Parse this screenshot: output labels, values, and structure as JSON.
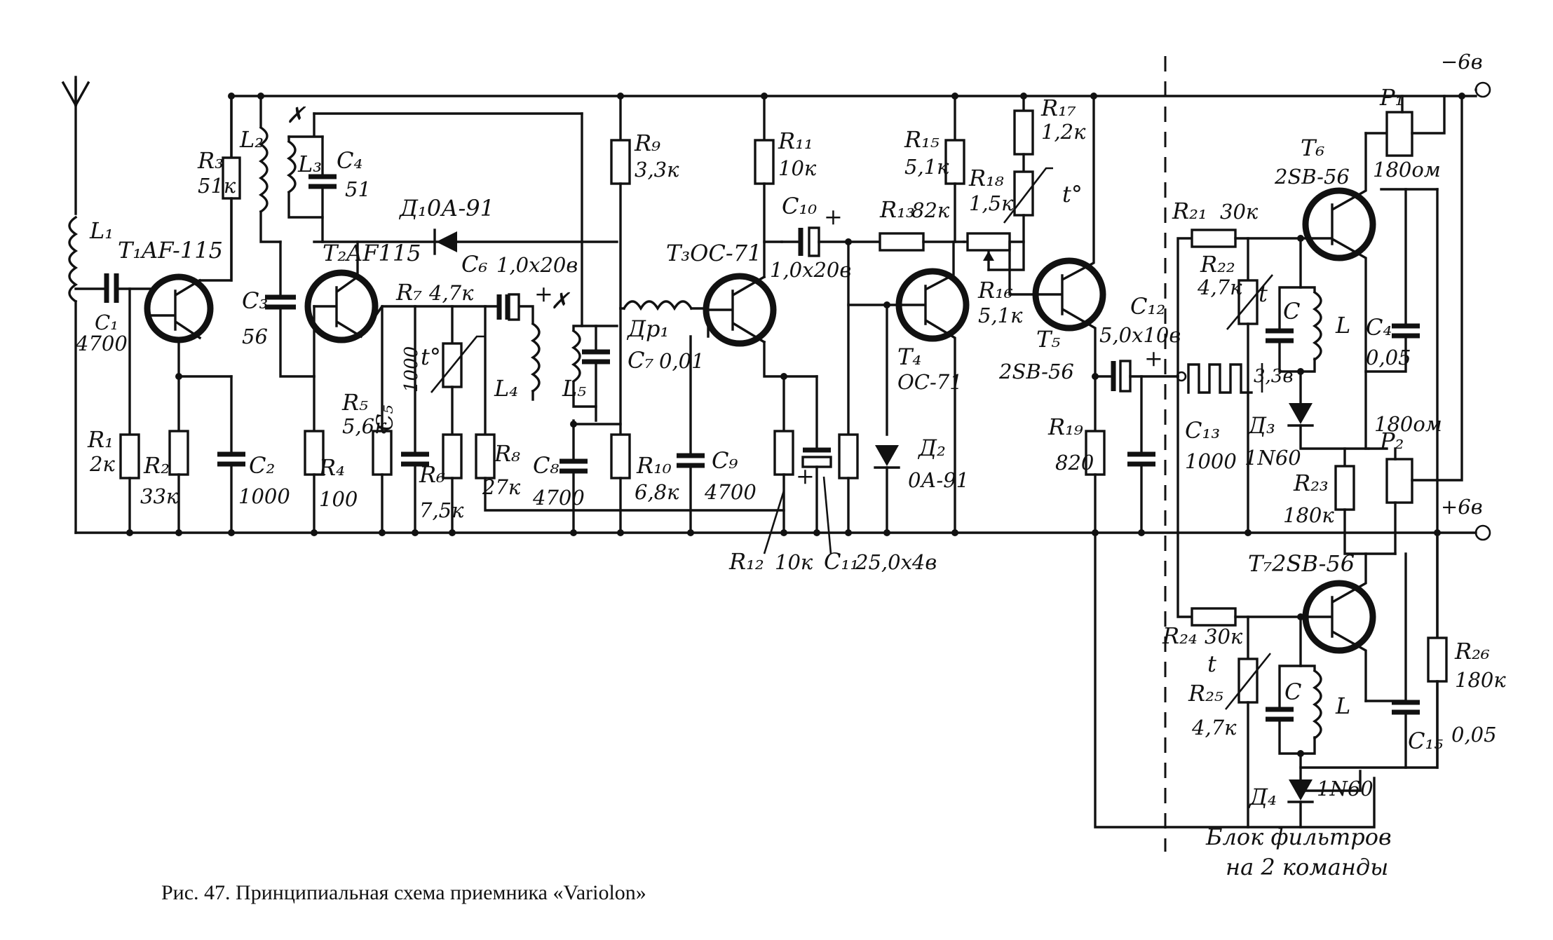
{
  "caption": "Рис. 47. Принципиальная схема приемника «Variolon»",
  "rails": {
    "neg": "−6в",
    "pos": "+6в"
  },
  "filter_block": {
    "line1": "Блок фильтров",
    "line2": "на 2 команды"
  },
  "components": {
    "L1": "L₁",
    "C1": {
      "name": "C₁",
      "value": "4700"
    },
    "T1": "T₁AF-115",
    "R1": {
      "name": "R₁",
      "value": "2к"
    },
    "R2": {
      "name": "R₂",
      "value": "33к"
    },
    "R3": {
      "name": "R₃",
      "value": "51к"
    },
    "L2": "L₂",
    "L3": "L₃",
    "C2": {
      "name": "C₂",
      "value": "1000"
    },
    "C3": {
      "name": "C₃",
      "value": "56"
    },
    "C4a": {
      "name": "C₄",
      "value": "51"
    },
    "D1": "Д₁0А-91",
    "T2": "T₂AF115",
    "R4": {
      "name": "R₄",
      "value": "100"
    },
    "R5": {
      "name": "R₅",
      "value": "5,6к"
    },
    "C5": {
      "name": "C₅",
      "value": "1000"
    },
    "R6": {
      "name": "R₆",
      "value": "7,5к"
    },
    "R7": {
      "name": "R₇",
      "value": "4,7к"
    },
    "C6": {
      "name": "C₆",
      "value": "1,0x20в"
    },
    "L4": "L₄",
    "L5": "L₅",
    "R8": {
      "name": "R₈",
      "value": "27к"
    },
    "C8": {
      "name": "C₈",
      "value": "4700"
    },
    "R9": {
      "name": "R₉",
      "value": "3,3к"
    },
    "DR1": "Др₁",
    "C7": {
      "name": "C₇",
      "value": "0,01"
    },
    "R10": {
      "name": "R₁₀",
      "value": "6,8к"
    },
    "C9": {
      "name": "C₉",
      "value": "4700"
    },
    "T3": "T₃ОС-71",
    "R11": {
      "name": "R₁₁",
      "value": "10к"
    },
    "C10": {
      "name": "C₁₀",
      "value": "1,0x20в"
    },
    "R12": {
      "name": "R₁₂",
      "value": "10к"
    },
    "C11": {
      "name": "C₁₁",
      "value": "25,0x4в"
    },
    "R13": {
      "name": "R₁₃",
      "value": "82к"
    },
    "T4": {
      "name": "T₄",
      "value": "ОС-71"
    },
    "D2": {
      "name": "Д₂",
      "value": "0А-91"
    },
    "R15": {
      "name": "R₁₅",
      "value": "5,1к"
    },
    "R16": {
      "name": "R₁₆",
      "value": "5,1к"
    },
    "R17": {
      "name": "R₁₇",
      "value": "1,2к"
    },
    "R18": {
      "name": "R₁₈",
      "value": "1,5к"
    },
    "t_sym": "t°",
    "T5": {
      "name": "T₅",
      "value": "2SB-56"
    },
    "C12": {
      "name": "C₁₂",
      "value": "5,0x10в"
    },
    "R19": {
      "name": "R₁₉",
      "value": "820"
    },
    "C13": {
      "name": "C₁₃",
      "value": "1000"
    },
    "pulse": "3,3в",
    "R21": {
      "name": "R₂₁",
      "value": "30к"
    },
    "R22": {
      "name": "R₂₂",
      "value": "4,7к"
    },
    "T6": {
      "name": "T₆",
      "value": "2SB-56"
    },
    "P1": {
      "name": "P₁",
      "value": "180ом"
    },
    "C_L": {
      "C": "C",
      "L": "L",
      "t": "t"
    },
    "C4b": {
      "name": "C₄",
      "value": "0,05"
    },
    "D3": {
      "name": "Д₃",
      "value": "1N60"
    },
    "P2": {
      "name": "P₂",
      "value": "180ом"
    },
    "R23": {
      "name": "R₂₃",
      "value": "180к"
    },
    "T7": "T₇2SB-56",
    "R24": {
      "name": "R₂₄",
      "value": "30к"
    },
    "R25": {
      "name": "R₂₅",
      "value": "4,7к"
    },
    "C15": {
      "name": "C₁₅",
      "value": "0,05"
    },
    "R26": {
      "name": "R₂₆",
      "value": "180к"
    },
    "D4": {
      "name": "Д₄",
      "value": "1N60"
    }
  }
}
